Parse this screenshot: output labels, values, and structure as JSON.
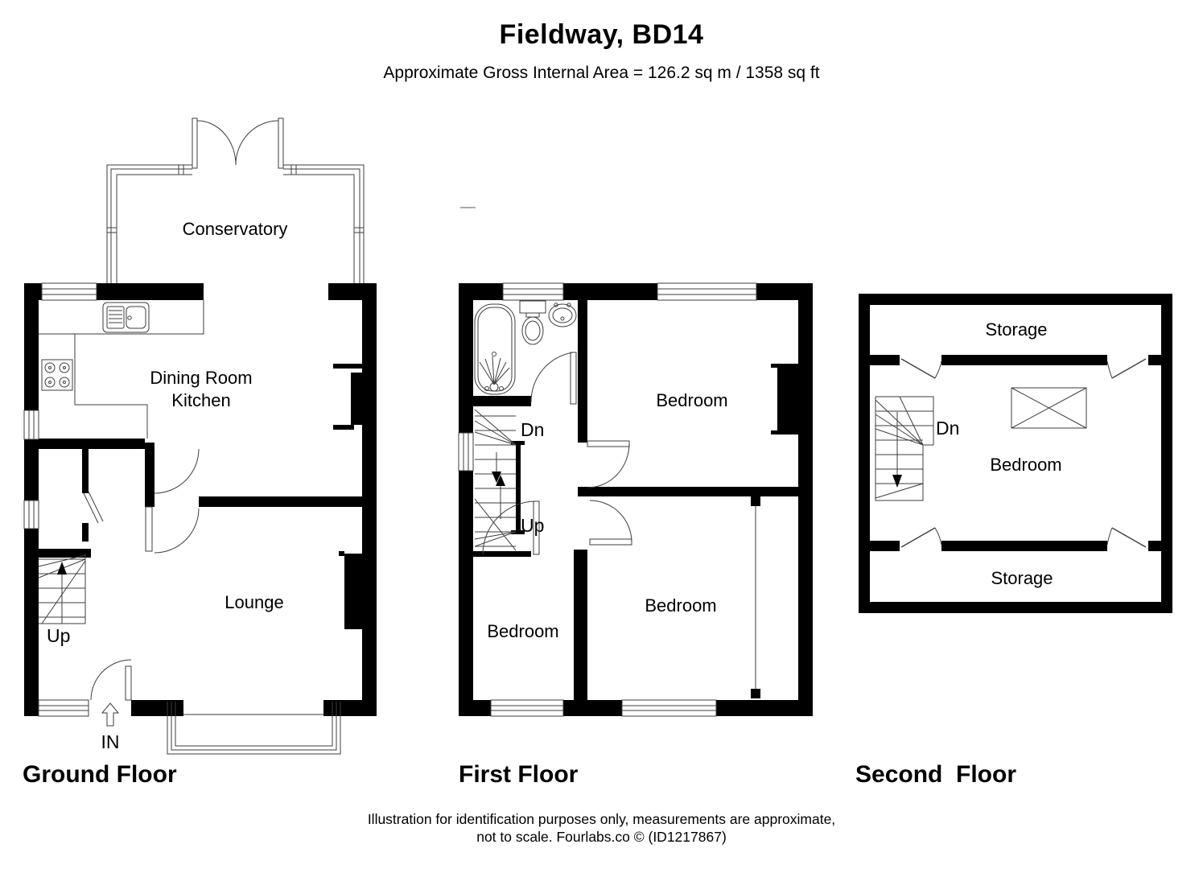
{
  "header": {
    "title": "Fieldway, BD14",
    "subtitle": "Approximate Gross Internal Area = 126.2 sq m / 1358 sq ft"
  },
  "floors": {
    "ground": {
      "label": "Ground Floor",
      "rooms": {
        "conservatory": "Conservatory",
        "dining_line1": "Dining Room",
        "dining_line2": "Kitchen",
        "lounge": "Lounge"
      },
      "stairs_up": "Up",
      "entrance": "IN"
    },
    "first": {
      "label": "First Floor",
      "rooms": {
        "bedroom_top": "Bedroom",
        "bedroom_left": "Bedroom",
        "bedroom_right": "Bedroom"
      },
      "stairs_dn": "Dn",
      "stairs_up": "Up"
    },
    "second": {
      "label": "Second  Floor",
      "rooms": {
        "storage_top": "Storage",
        "bedroom": "Bedroom",
        "storage_bottom": "Storage"
      },
      "stairs_dn": "Dn"
    }
  },
  "footer": {
    "line1": "Illustration for identification purposes only, measurements are approximate,",
    "line2": "not to scale. Fourlabs.co © (ID1217867)"
  },
  "colors": {
    "wall": "#000000",
    "line": "#3e3e3e",
    "background": "#ffffff"
  }
}
